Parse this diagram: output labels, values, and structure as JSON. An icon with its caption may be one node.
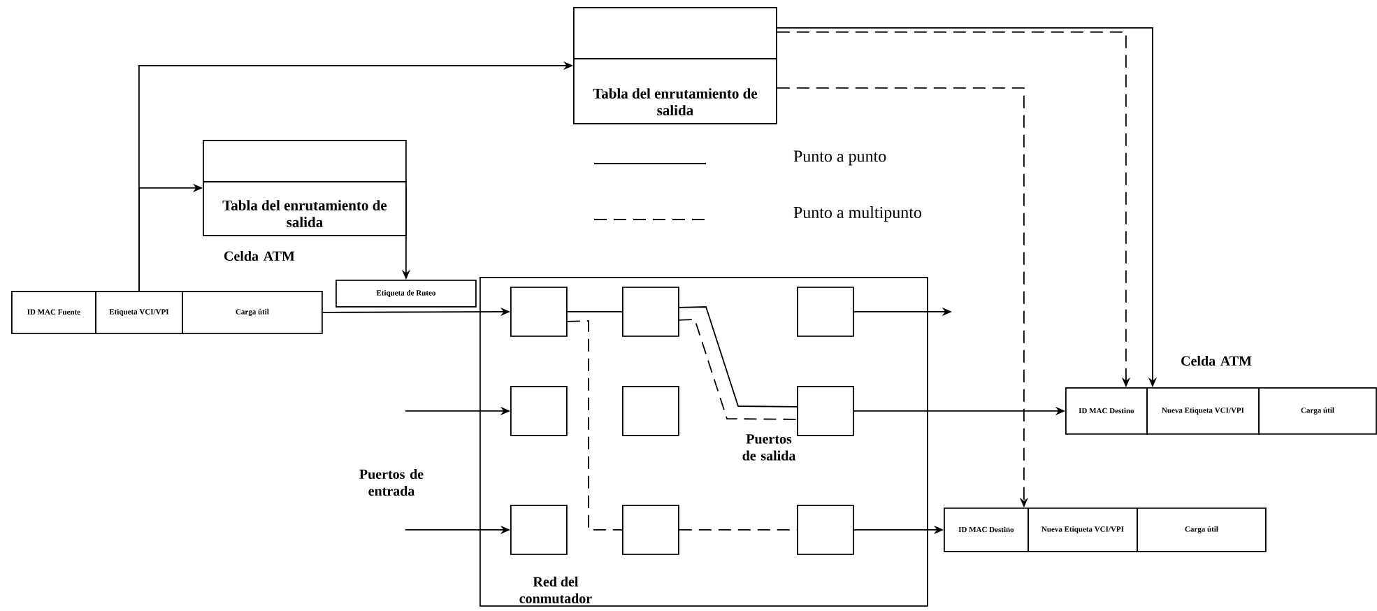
{
  "diagram": {
    "nodes": [
      {
        "text": [
          "Tabla del enrutamiento de salida"
        ]
      },
      {
        "text": [
          "Tabla del enrutamiento de salida"
        ]
      },
      {
        "text": [
          "ID MAC Fuente"
        ]
      },
      {
        "text": [
          "Etiqueta VCI/VPI"
        ]
      },
      {
        "text": [
          "Carga útil"
        ]
      },
      {
        "text": [
          "Etiqueta de Ruteo"
        ]
      },
      {
        "text": [
          "Red del conmutador"
        ]
      },
      {
        "text": [],
        "shape": "box",
        "in": 6
      },
      {
        "text": [],
        "shape": "box",
        "in": 6
      },
      {
        "text": [],
        "shape": "box",
        "in": 6
      },
      {
        "text": [],
        "shape": "box",
        "in": 6
      },
      {
        "text": [],
        "shape": "box",
        "in": 6
      },
      {
        "text": [],
        "shape": "box",
        "in": 6
      },
      {
        "text": [],
        "shape": "box",
        "in": 6
      },
      {
        "text": [],
        "shape": "box",
        "in": 6
      },
      {
        "text": [],
        "shape": "box",
        "in": 6
      },
      {
        "text": [
          "ID MAC Destino"
        ]
      },
      {
        "text": [
          "Nueva Etiqueta VCI/VPI"
        ]
      },
      {
        "text": [
          "Carga útil"
        ]
      },
      {
        "text": [
          "ID MAC Destino"
        ]
      },
      {
        "text": [
          "Nueva Etiqueta VCI/VPI"
        ]
      },
      {
        "text": [
          "Carga útil"
        ]
      }
    ],
    "edges": [
      {
        "from": 3,
        "to": 0,
        "arrow": "to"
      },
      {
        "from": 3,
        "to": 1,
        "arrow": "to"
      },
      {
        "from": 1,
        "to": 5,
        "arrow": "to"
      },
      {
        "from": 4,
        "to": 7,
        "arrow": "to"
      },
      {
        "from": null,
        "to": 10,
        "arrow": "to"
      },
      {
        "from": null,
        "to": 13,
        "arrow": "to"
      },
      {
        "from": 7,
        "to": 8,
        "arrow": "none"
      },
      {
        "from": 8,
        "to": 12,
        "arrow": "none"
      },
      {
        "from": 12,
        "to": 16,
        "arrow": "to"
      },
      {
        "from": 7,
        "to": 14,
        "arrow": "none",
        "style": "dashed"
      },
      {
        "from": 8,
        "to": 12,
        "arrow": "none",
        "style": "dashed"
      },
      {
        "from": 14,
        "to": 15,
        "arrow": "none",
        "style": "dashed"
      },
      {
        "from": 15,
        "to": 19,
        "arrow": "to"
      },
      {
        "from": 9,
        "to": null,
        "arrow": "to"
      },
      {
        "from": 0,
        "to": 16,
        "arrow": "to",
        "style": "dashed"
      },
      {
        "from": 0,
        "to": 17,
        "arrow": "to"
      },
      {
        "from": 0,
        "to": 19,
        "arrow": "to",
        "style": "dashed"
      }
    ],
    "labels": [
      "Celda ATM",
      "Celda ATM",
      "Puertos de entrada",
      "Puertos de salida"
    ],
    "legend": [
      {
        "text": "Punto a punto"
      },
      {
        "text": "Punto a multipunto"
      }
    ]
  }
}
